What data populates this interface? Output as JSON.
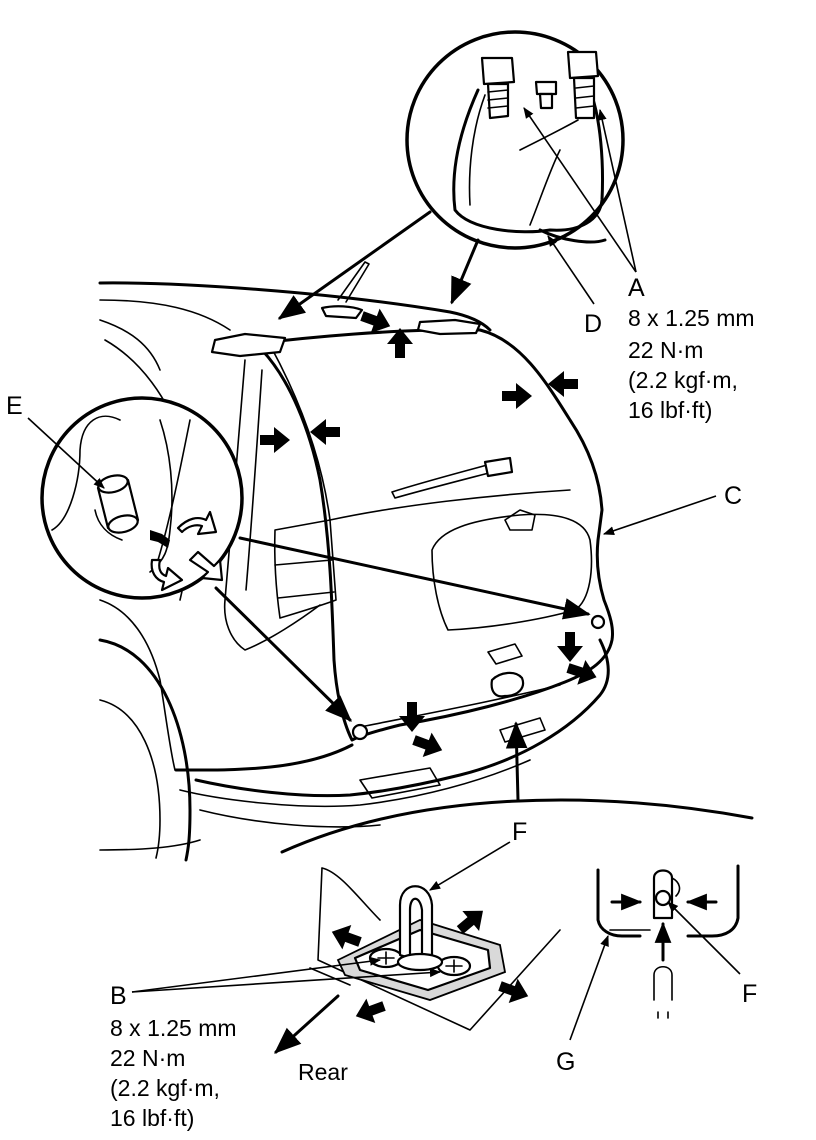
{
  "labels": {
    "A": "A",
    "B": "B",
    "C": "C",
    "D": "D",
    "E": "E",
    "F_top": "F",
    "F_right": "F",
    "G": "G",
    "rear": "Rear"
  },
  "spec_A": {
    "line1": "8 x 1.25 mm",
    "line2": "22 N·m",
    "line3": "(2.2 kgf·m,",
    "line4": "16 lbf·ft)"
  },
  "spec_B": {
    "line1": "8 x 1.25 mm",
    "line2": "22 N·m",
    "line3": "(2.2 kgf·m,",
    "line4": "16 lbf·ft)"
  }
}
